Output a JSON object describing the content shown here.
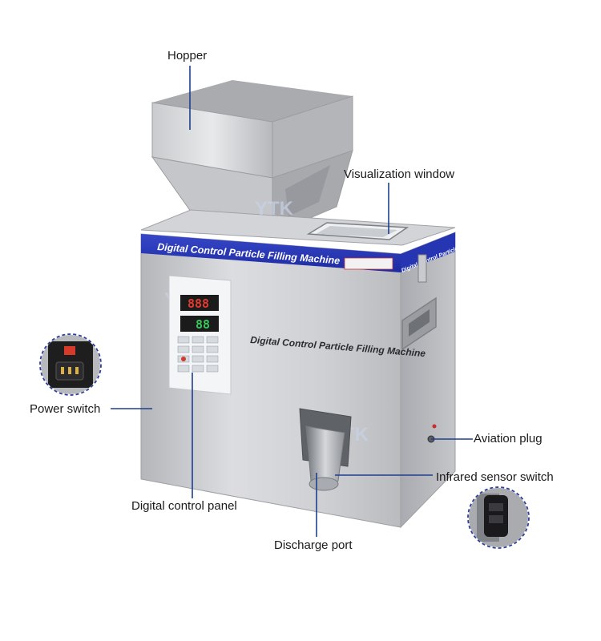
{
  "watermark": "YTK",
  "machine": {
    "top_band_text": "Digital Control Particle Filling Machine",
    "front_text": "Digital Control Particle Filling Machine",
    "side_band_text": "Digital Control Particle Filling Machine",
    "display_1": "888",
    "display_2": "88"
  },
  "labels": {
    "hopper": "Hopper",
    "visualization_window": "Visualization window",
    "power_switch": "Power switch",
    "aviation_plug": "Aviation plug",
    "infrared_sensor_switch": "Infrared sensor switch",
    "digital_control_panel": "Digital control panel",
    "discharge_port": "Discharge port"
  },
  "colors": {
    "leader_line": "#1f3f8f",
    "blue_band": "#2535b8",
    "steel_light": "#d9dadc",
    "steel_mid": "#b9bbbf",
    "steel_dark": "#8e9196",
    "callout_border": "#2d3f9a"
  }
}
